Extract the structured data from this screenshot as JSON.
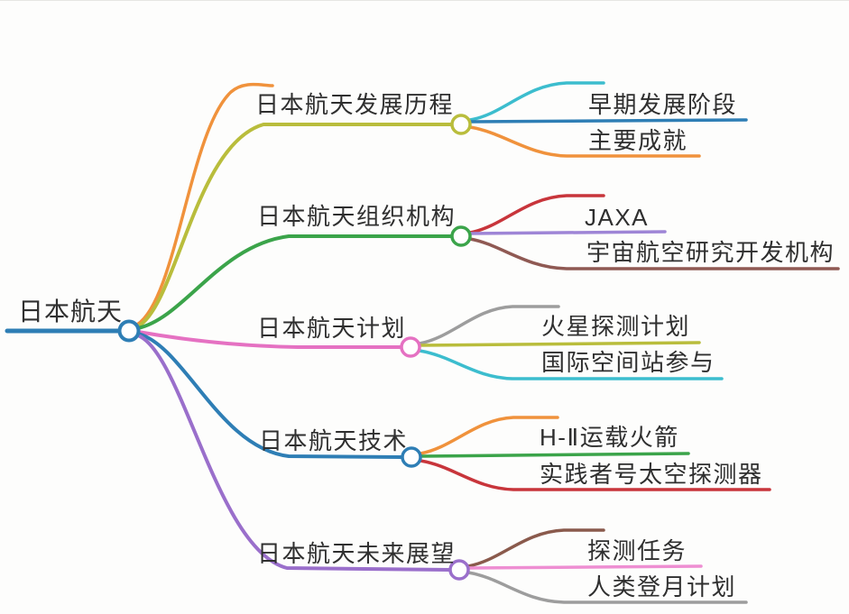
{
  "background": "#fdfdfc",
  "text_color": "#2f2f2f",
  "root": {
    "label": "日本航天",
    "color": "#2e7eb5",
    "tip_color": "#f0923c"
  },
  "branches": [
    {
      "label": "日本航天发展历程",
      "color": "#b9bd3c",
      "tip_color": "#3cbdce",
      "children": [
        {
          "label": "早期发展阶段",
          "color": "#2e7eb5"
        },
        {
          "label": "主要成就",
          "color": "#f0923c"
        }
      ]
    },
    {
      "label": "日本航天组织机构",
      "color": "#3ba44a",
      "tip_color": "#c8353b",
      "children": [
        {
          "label": "JAXA",
          "color": "#9e85d6"
        },
        {
          "label": "宇宙航空研究开发机构",
          "color": "#8f5953"
        }
      ]
    },
    {
      "label": "日本航天计划",
      "color": "#e571c2",
      "tip_color": "#9d9d9d",
      "children": [
        {
          "label": "火星探测计划",
          "color": "#b9bd3c"
        },
        {
          "label": "国际空间站参与",
          "color": "#3cbdce"
        }
      ]
    },
    {
      "label": "日本航天技术",
      "color": "#2e7eb5",
      "tip_color": "#f0923c",
      "children": [
        {
          "label": "H-Ⅱ运载火箭",
          "color": "#3ba44a"
        },
        {
          "label": "实践者号太空探测器",
          "color": "#c8353b"
        }
      ]
    },
    {
      "label": "日本航天未来展望",
      "color": "#9a6fcb",
      "tip_color": "#8a5a4c",
      "children": [
        {
          "label": "探测任务",
          "color": "#ee8ed2"
        },
        {
          "label": "人类登月计划",
          "color": "#9d9d9d"
        }
      ]
    }
  ]
}
